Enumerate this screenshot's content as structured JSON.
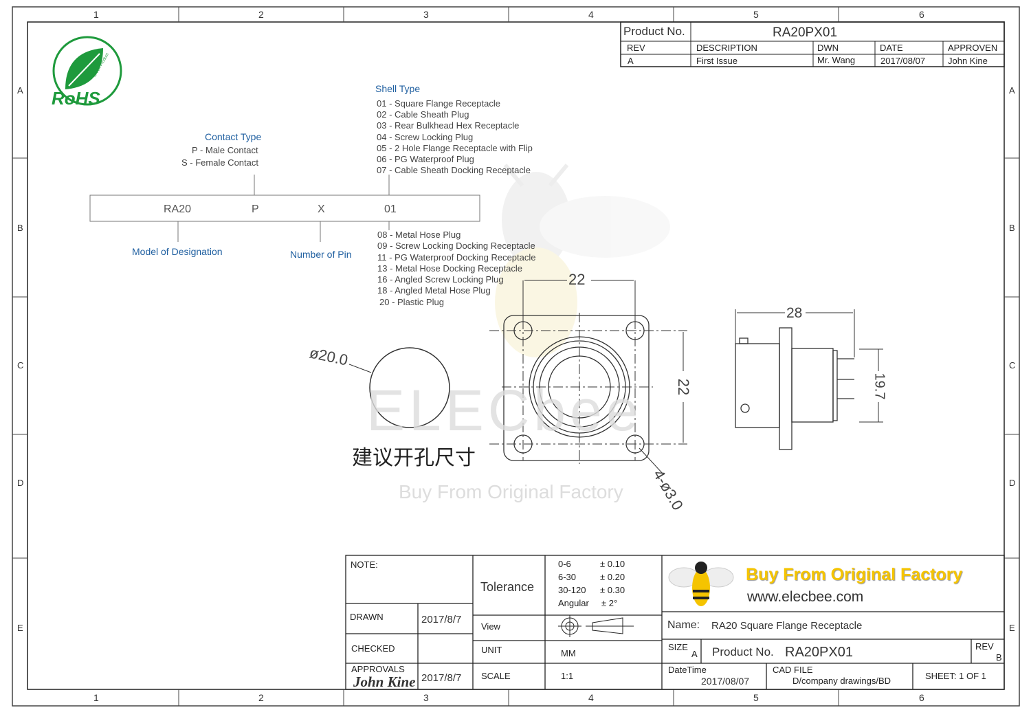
{
  "frame": {
    "columns": [
      "1",
      "2",
      "3",
      "4",
      "5",
      "6"
    ],
    "rows": [
      "A",
      "B",
      "C",
      "D",
      "E"
    ]
  },
  "logo": {
    "text": "RoHS",
    "subtext": "Green Product"
  },
  "header": {
    "product_no_label": "Product No.",
    "product_no": "RA20PX01",
    "columns": [
      "REV",
      "DESCRIPTION",
      "DWN",
      "DATE",
      "APPROVEN"
    ],
    "values": [
      "A",
      "First Issue",
      "Mr. Wang",
      "2017/08/07",
      "John Kine"
    ]
  },
  "designation": {
    "contact_type_title": "Contact Type",
    "contact_types": [
      "P - Male Contact",
      "S - Female Contact"
    ],
    "shell_type_title": "Shell Type",
    "shell_types_top": [
      "01 - Square Flange Receptacle",
      "02 - Cable Sheath Plug",
      "03 - Rear Bulkhead Hex Receptacle",
      "04 - Screw Locking Plug",
      "05 - 2 Hole Flange Receptacle with Flip",
      "06 - PG Waterproof Plug",
      "07 - Cable Sheath Docking Receptacle"
    ],
    "shell_types_bottom": [
      "08 - Metal Hose Plug",
      "09 - Screw Locking Docking Receptacle",
      "11 - PG Waterproof Docking Receptacle",
      "13 - Metal Hose Docking Receptacle",
      "16 - Angled Screw Locking Plug",
      "18 - Angled Metal Hose Plug",
      "20 - Plastic Plug"
    ],
    "code_parts": [
      "RA20",
      "P",
      "X",
      "01"
    ],
    "model_label": "Model of Designation",
    "pin_label": "Number of Pin"
  },
  "dimensions": {
    "cutout_dia": "ø20.0",
    "cutout_label": "建议开孔尺寸",
    "front_width": "22",
    "front_height": "22",
    "hole_dia": "4-ø3.0",
    "side_length": "28",
    "side_height": "19.7"
  },
  "watermark": {
    "brand": "ELECbee",
    "slogan": "Buy From Original Factory"
  },
  "title_block": {
    "note_label": "NOTE:",
    "drawn_label": "DRAWN",
    "drawn_date": "2017/8/7",
    "checked_label": "CHECKED",
    "approvals_label": "APPROVALS",
    "approver_signature": "John Kine",
    "approvals_date": "2017/8/7",
    "tolerance_label": "Tolerance",
    "tolerances": [
      {
        "range": "0-6",
        "value": "± 0.10"
      },
      {
        "range": "6-30",
        "value": "± 0.20"
      },
      {
        "range": "30-120",
        "value": "± 0.30"
      },
      {
        "range": "Angular",
        "value": "± 2°"
      }
    ],
    "view_label": "View",
    "unit_label": "UNIT",
    "unit": "MM",
    "scale_label": "SCALE",
    "scale": "1:1",
    "slogan": "Buy From Original Factory",
    "website": "www.elecbee.com",
    "name_label": "Name:",
    "name": "RA20 Square Flange Receptacle",
    "size_label": "SIZE",
    "size": "A",
    "product_no_label": "Product No.",
    "product_no": "RA20PX01",
    "rev_label": "REV",
    "rev": "B",
    "datetime_label": "DateTime",
    "datetime": "2017/08/07",
    "cad_label": "CAD FILE",
    "cad": "D/company drawings/BD",
    "sheet": "SHEET:  1 OF  1"
  },
  "colors": {
    "accent_blue": "#1f5fa0",
    "rohs_green": "#1e9a3c",
    "brand_yellow": "#f5c400"
  }
}
